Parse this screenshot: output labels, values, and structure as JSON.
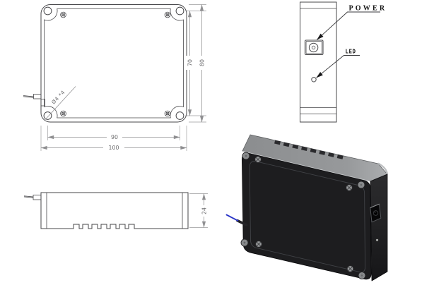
{
  "colors": {
    "background": "#ffffff",
    "outline": "#47474a",
    "dimension": "#8f8f91",
    "body_black": "#1d1d1f",
    "body_top_dark": "#8b8d8f",
    "body_top_light": "#abadaf",
    "body_side_dark": "#161618",
    "body_side_light": "#2c2c2e",
    "fiber_blue": "#2a35c8",
    "screw_silver": "#9a9c9e"
  },
  "top_view": {
    "hole_note": "Ø4 *4",
    "dims": {
      "inner_width": "90",
      "outer_width": "100",
      "inner_height": "70",
      "outer_height": "80"
    }
  },
  "end_view": {
    "power_label": "POWER",
    "led_label": "LED"
  },
  "side_view": {
    "dims": {
      "height": "24"
    }
  }
}
